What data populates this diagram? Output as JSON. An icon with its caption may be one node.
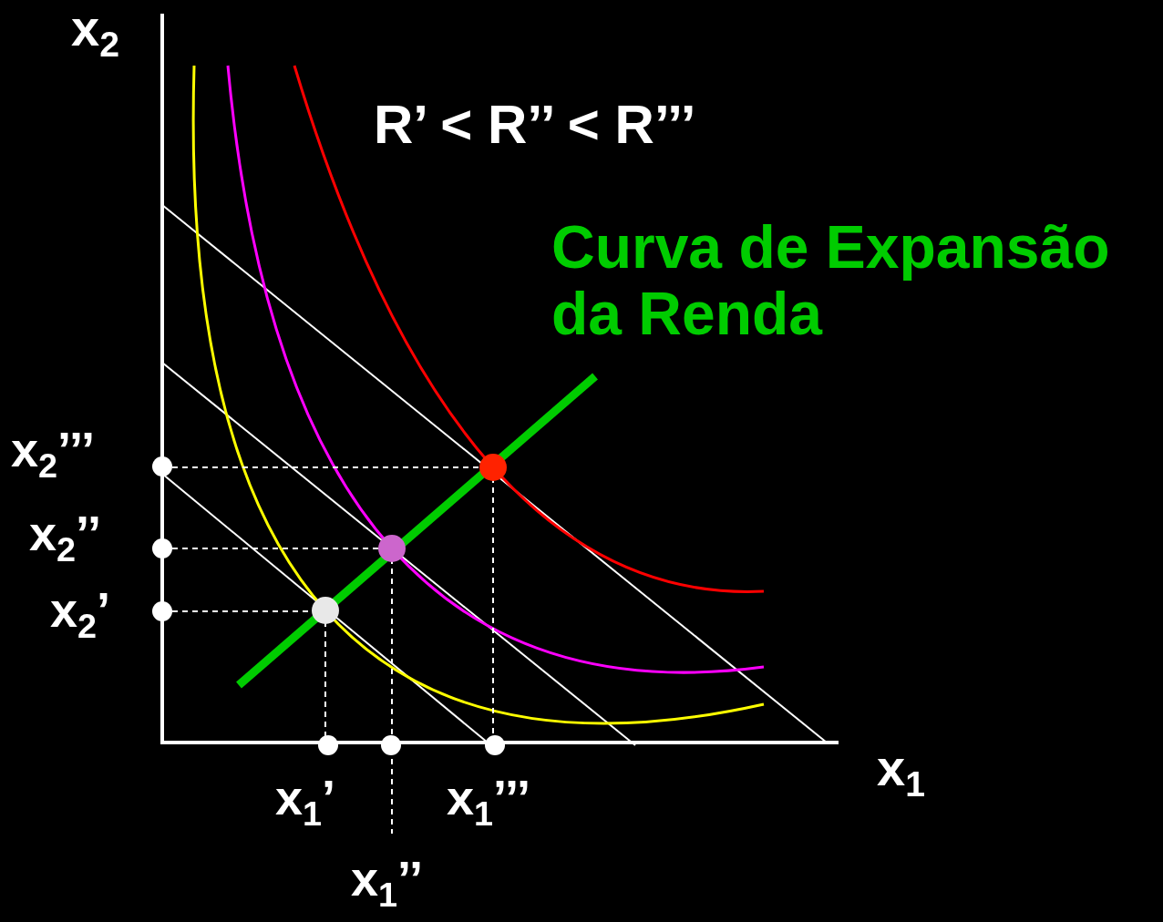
{
  "diagram": {
    "labels": [
      "x$_{2}$",
      "R’ < R’’ < R’’’",
      "Curva de Expansão da Renda",
      "x$_{2}$’’’",
      "x$_{2}$’’",
      "x$_{2}$’",
      "x$_{1}$",
      "x$_{1}$’",
      "x$_{1}$’’’",
      "x$_{1}$’’"
    ]
  }
}
